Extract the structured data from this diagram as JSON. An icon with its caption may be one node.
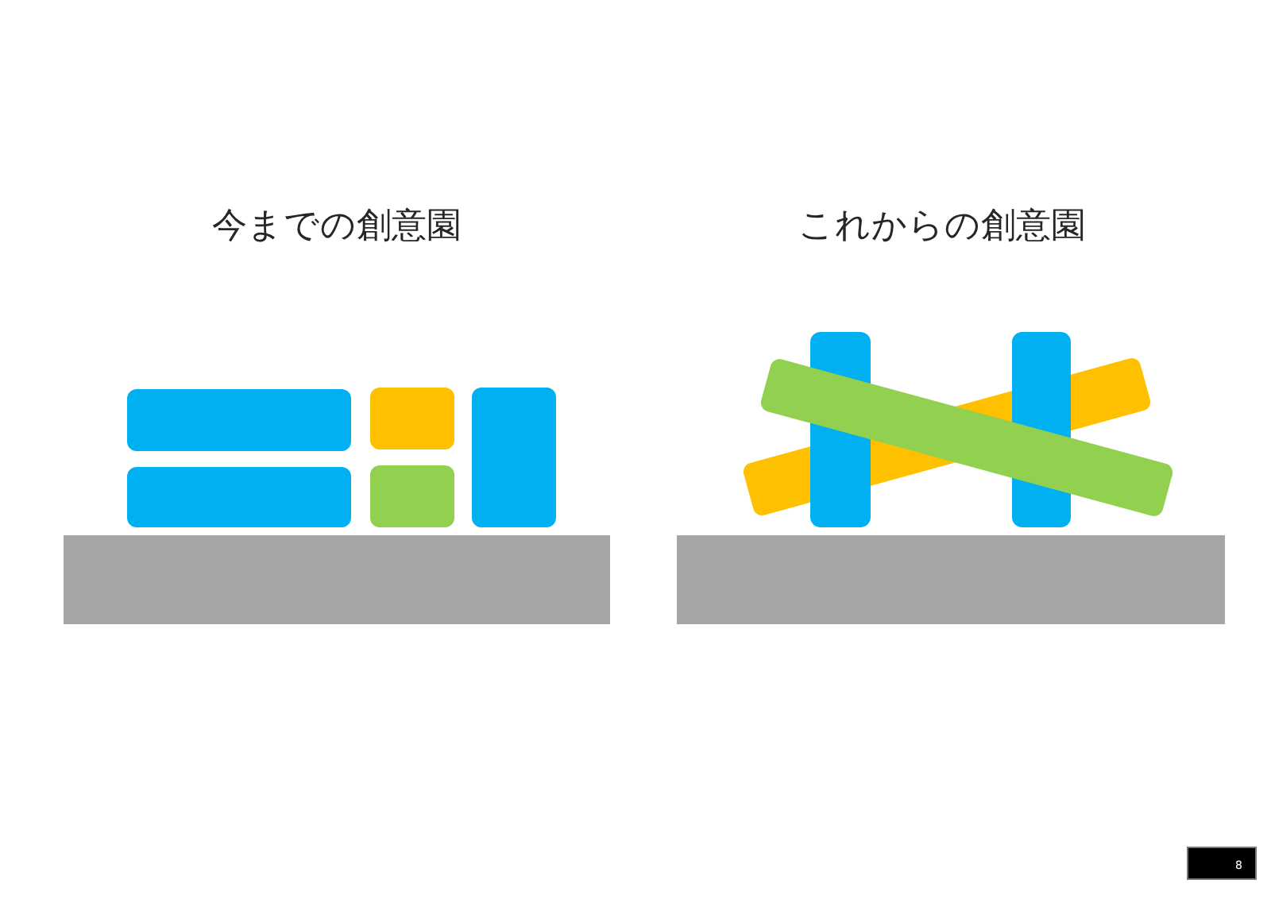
{
  "diagram": {
    "nodes": [
      {
        "text": [],
        "shape": "box"
      },
      {
        "text": [],
        "shape": "box"
      },
      {
        "text": [],
        "shape": "box"
      },
      {
        "text": [],
        "shape": "box"
      },
      {
        "text": [],
        "shape": "box"
      },
      {
        "text": [],
        "shape": "box"
      },
      {
        "text": [],
        "shape": "bar"
      },
      {
        "text": [],
        "shape": "bar"
      },
      {
        "text": [],
        "shape": "bar"
      },
      {
        "text": [],
        "shape": "bar"
      },
      {
        "text": [],
        "shape": "box"
      }
    ],
    "labels": [
      "今までの創意園",
      "これからの創意園",
      "8"
    ]
  }
}
